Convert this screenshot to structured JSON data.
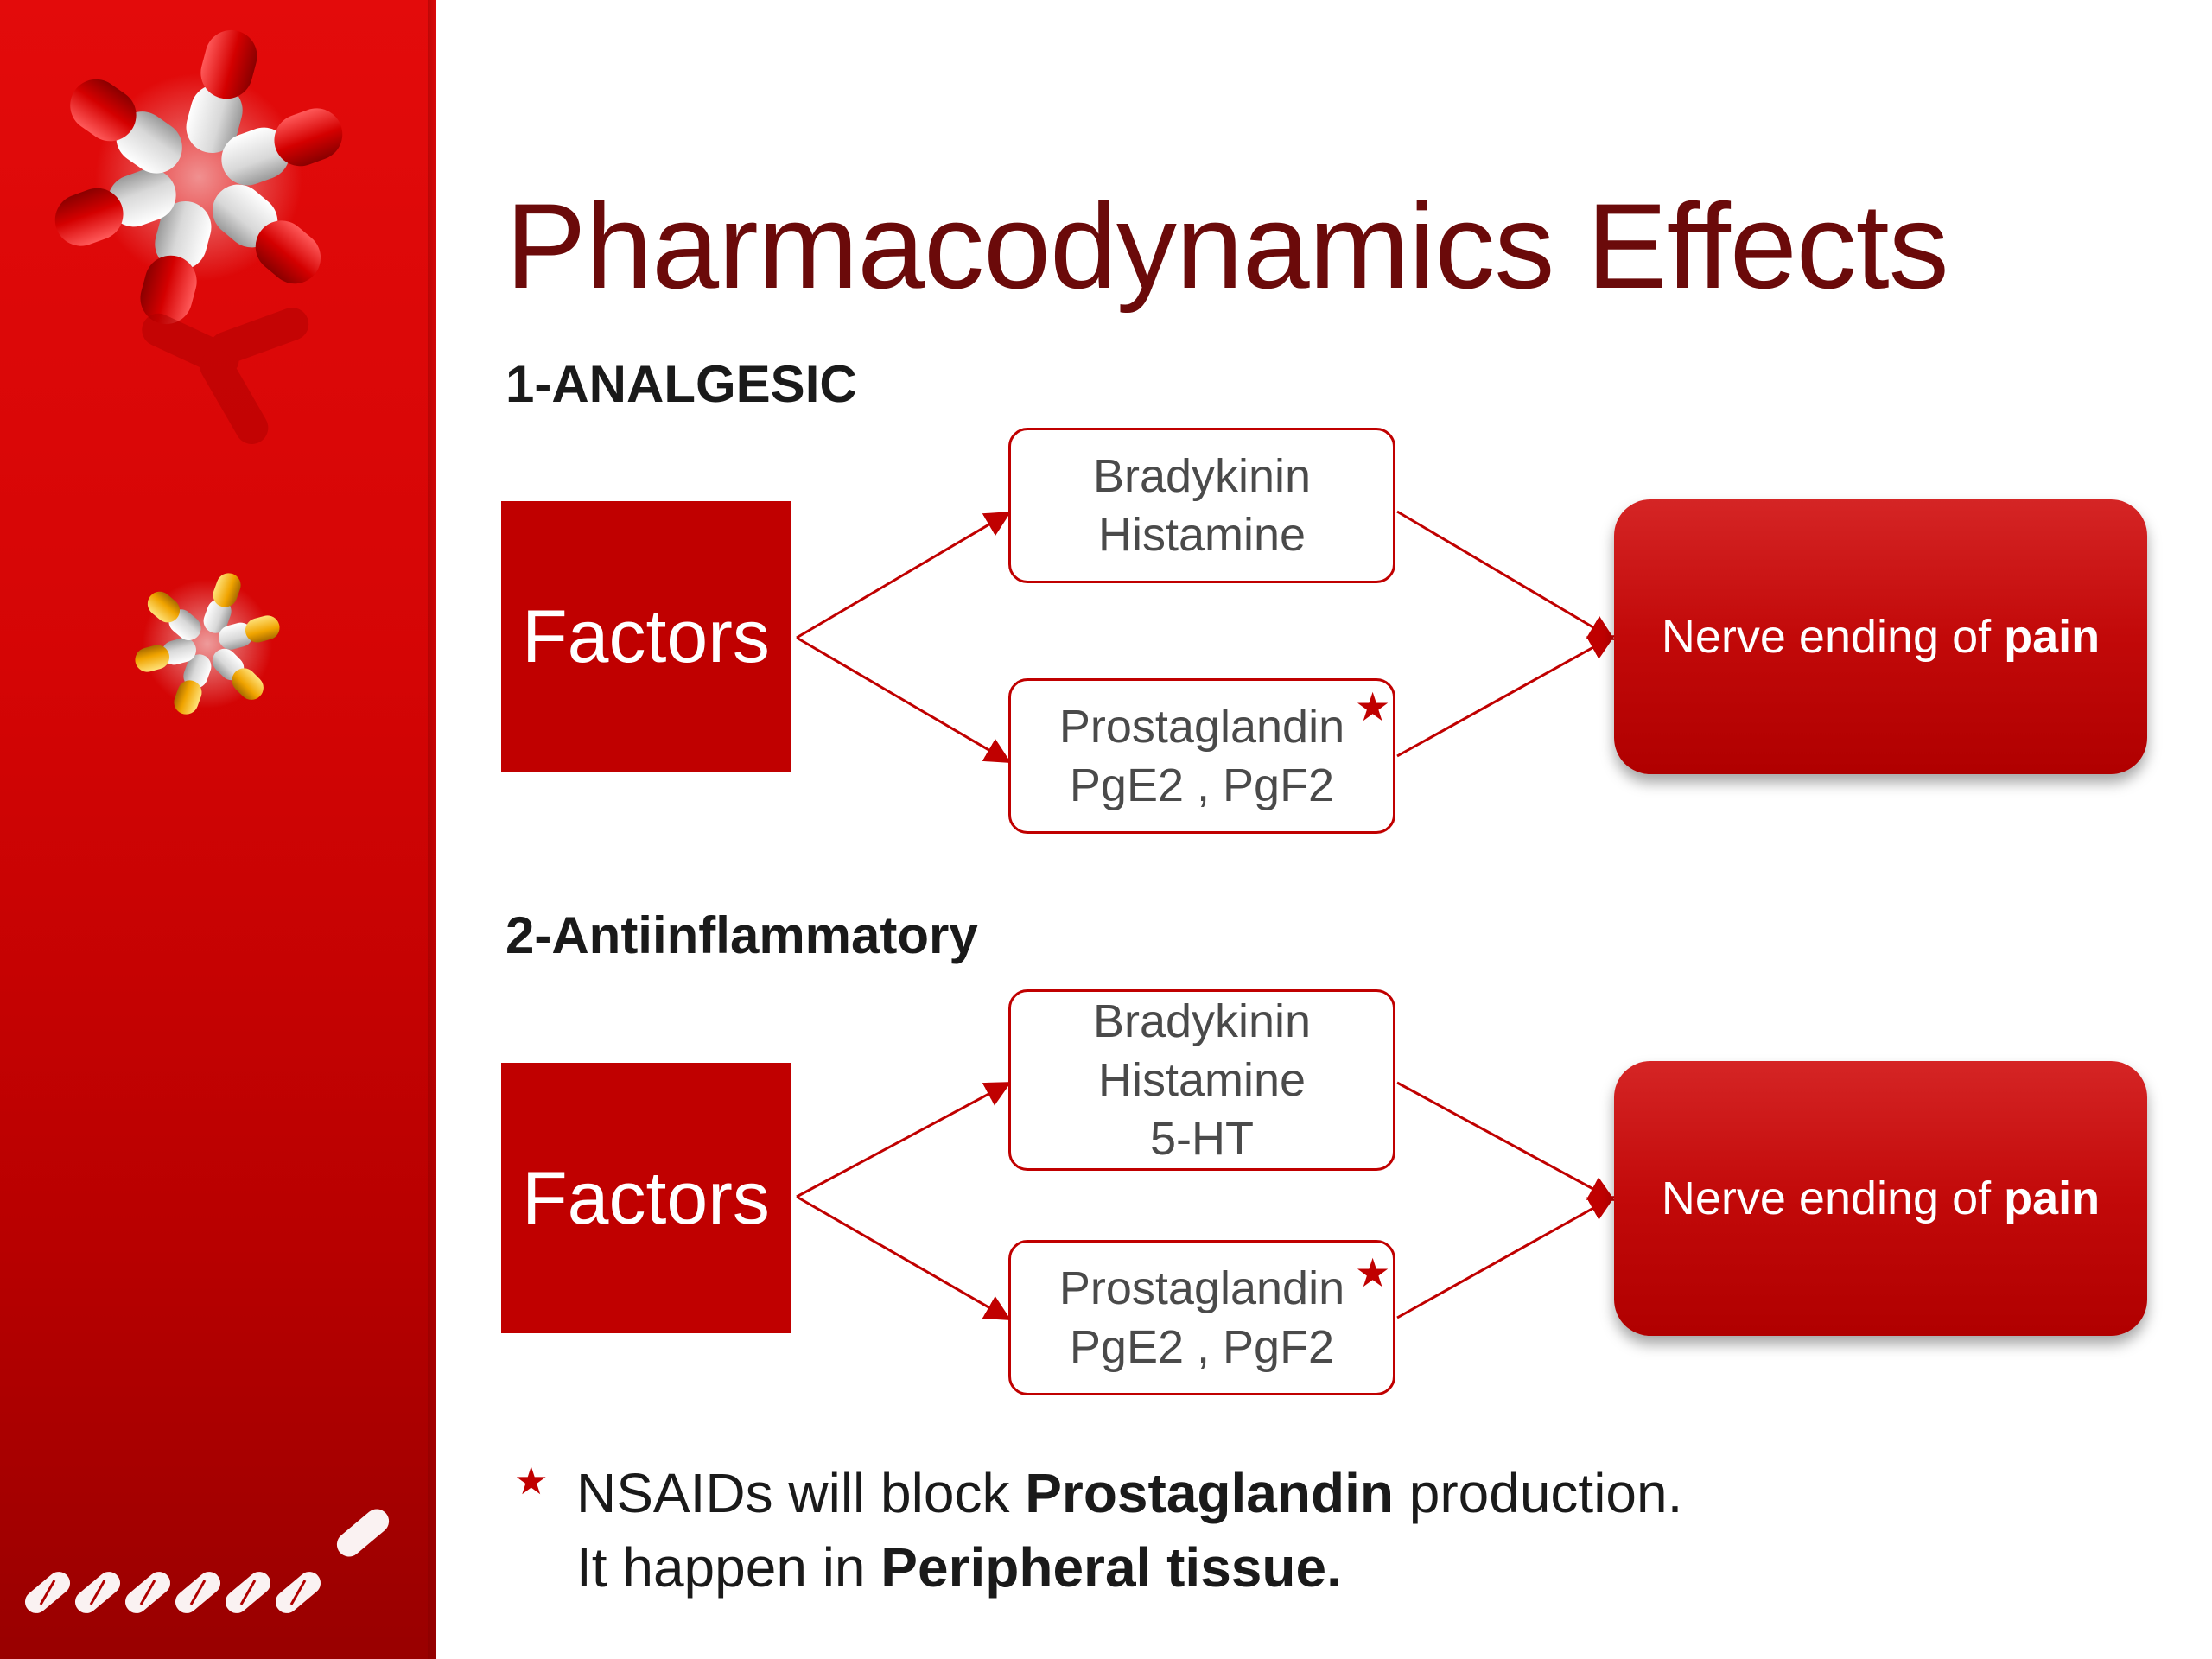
{
  "slide": {
    "title": "Pharmacodynamics Effects"
  },
  "sections": [
    {
      "heading": "1-ANALGESIC",
      "factors_label": "Factors",
      "mediators_top": [
        "Bradykinin",
        "Histamine"
      ],
      "mediators_bottom": [
        "Prostaglandin",
        "PgE2 , PgF2"
      ],
      "target_prefix": "Nerve ending of ",
      "target_bold": "pain"
    },
    {
      "heading": "2-Antiinflammatory",
      "factors_label": "Factors",
      "mediators_top": [
        "Bradykinin",
        "Histamine",
        "5-HT"
      ],
      "mediators_bottom": [
        "Prostaglandin",
        "PgE2 , PgF2"
      ],
      "target_prefix": "Nerve ending of ",
      "target_bold": "pain"
    }
  ],
  "markers": {
    "star": "★"
  },
  "footnote": {
    "line1_prefix": "NSAIDs will block ",
    "line1_bold": "Prostaglandin",
    "line1_suffix": " production.",
    "line2_prefix": "It happen in ",
    "line2_bold": "Peripheral tissue."
  },
  "colors": {
    "accent": "#c00000",
    "title": "#6b0a0a",
    "sidebar": "#d50505"
  },
  "icons": {
    "capsule_cluster_large": "capsule-cluster-icon",
    "capsule_cluster_small": "small-capsule-cluster-icon",
    "capsule_row": "capsule-row-icon"
  }
}
